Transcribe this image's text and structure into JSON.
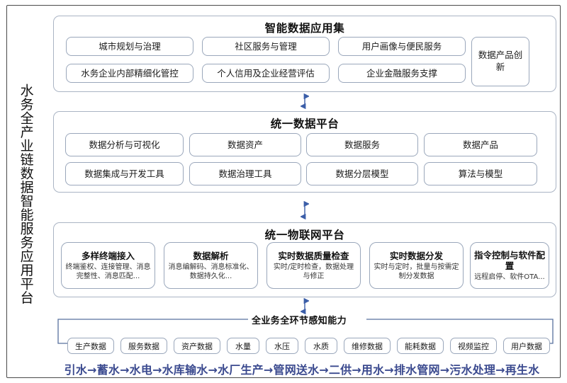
{
  "diagram": {
    "vertical_title": "水务全产业链数据智能服务应用平台",
    "sections": [
      {
        "id": "app-set",
        "title": "智能数据应用集",
        "boxes": [
          "城市规划与治理",
          "社区服务与管理",
          "用户画像与便民服务",
          "数据产品创新",
          "水务企业内部精细化管控",
          "个人信用及企业经营评估",
          "企业金融服务支撑"
        ]
      },
      {
        "id": "data-platform",
        "title": "统一数据平台",
        "boxes": [
          "数据分析与可视化",
          "数据资产",
          "数据服务",
          "数据产品",
          "数据集成与开发工具",
          "数据治理工具",
          "数据分层模型",
          "算法与模型"
        ]
      },
      {
        "id": "iot-platform",
        "title": "统一物联网平台",
        "features": [
          {
            "title": "多样终端接入",
            "desc": "终端鉴权、连接管理、消息完整性、消息匹配..."
          },
          {
            "title": "数据解析",
            "desc": "消息编解码、消息标准化、数据持久化..."
          },
          {
            "title": "实时数据质量检查",
            "desc": "实时/定时检查，数据处理与修正"
          },
          {
            "title": "实时数据分发",
            "desc": "实时与定时，批量与按需定制分发数据"
          },
          {
            "title": "指令控制与软件配置",
            "desc": "远程启停、软件OTA..."
          }
        ]
      }
    ],
    "perception": {
      "title": "全业务全环节感知能力",
      "tags": [
        "生产数据",
        "服务数据",
        "资产数据",
        "水量",
        "水压",
        "水质",
        "维修数据",
        "能耗数据",
        "视频监控",
        "用户数据"
      ]
    },
    "flow": "引水→蓄水→水电→水库输水→水厂生产→管网送水→二供→用水→排水管网→污水处理→再生水",
    "colors": {
      "frame": "#4a4a4a",
      "box_border": "#9aa7bb",
      "section_border": "#aab4c4",
      "arrow": "#3b5ea8",
      "flow_text": "#3b4a8f",
      "text": "#111111"
    }
  }
}
